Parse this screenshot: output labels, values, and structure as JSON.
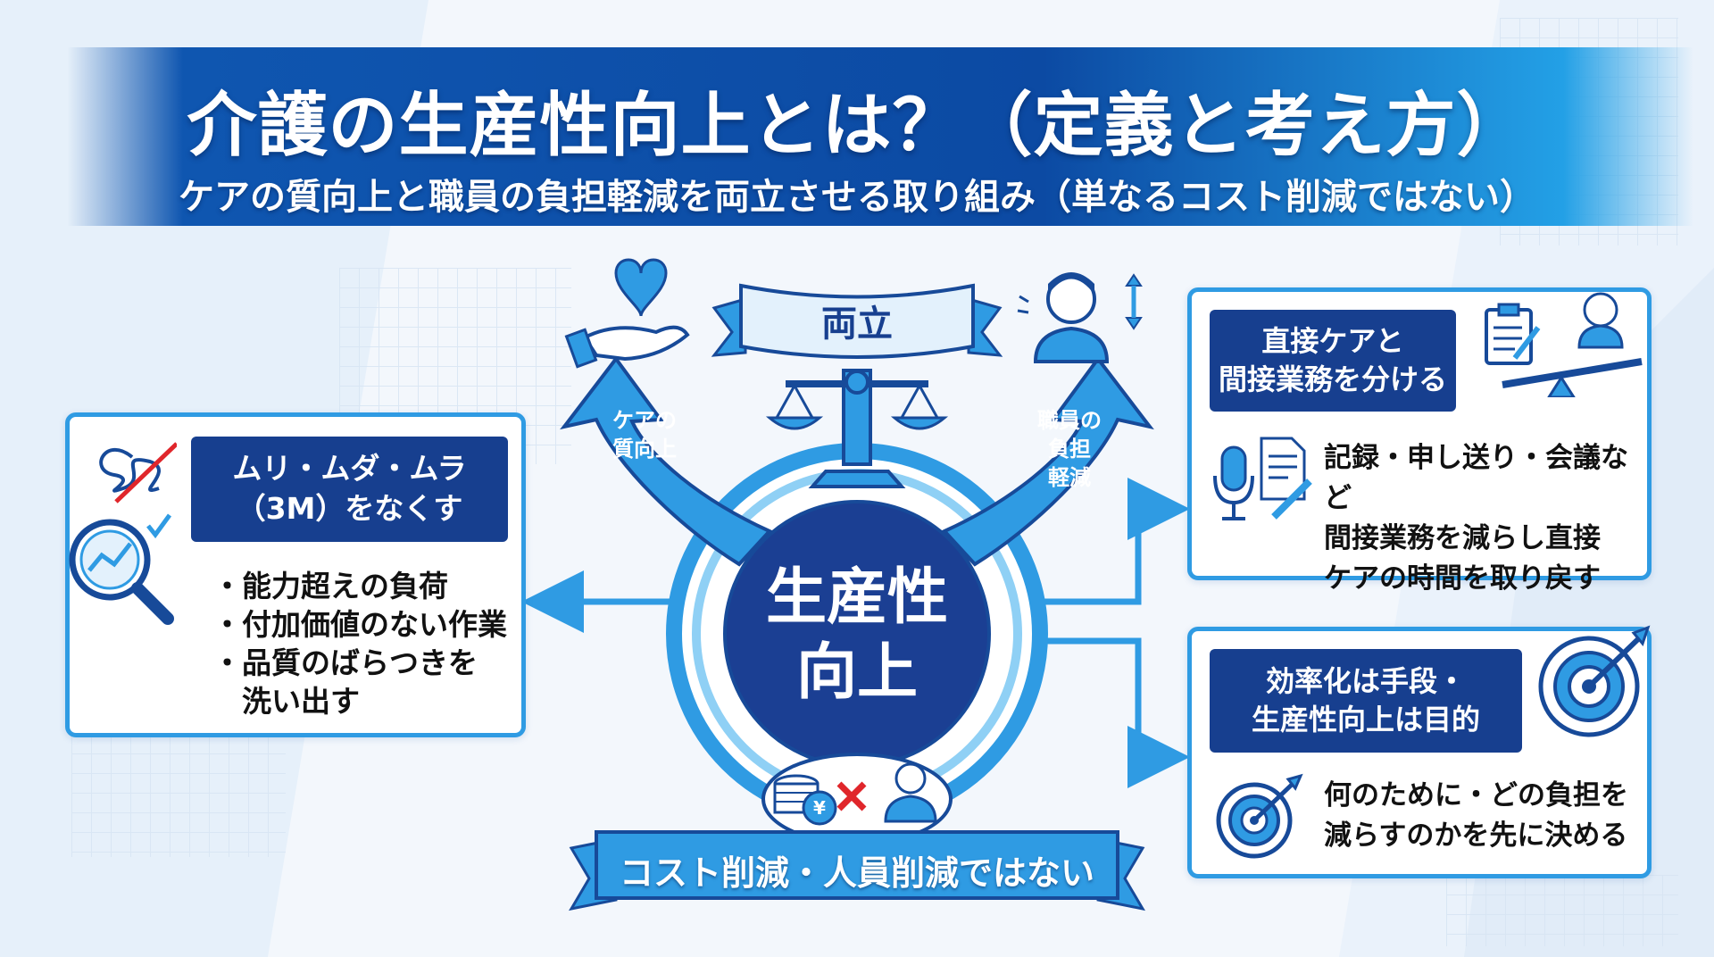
{
  "header": {
    "title": "介護の生産性向上とは？（定義と考え方）",
    "subtitle": "ケアの質向上と職員の負担軽減を両立させる取り組み（単なるコスト削減ではない）"
  },
  "center": {
    "balance_ribbon": "両立",
    "left_arrow": [
      "ケアの",
      "質向上"
    ],
    "right_arrow": [
      "職員の",
      "負担",
      "軽減"
    ],
    "core": [
      "生産性",
      "向上"
    ],
    "bottom_ribbon": "コスト削減・人員削減ではない"
  },
  "left_card": {
    "label": [
      "ムリ・ムダ・ムラ",
      "（3M）をなくす"
    ],
    "bullets": [
      "・能力超えの負荷",
      "・付加価値のない作業",
      "・品質のばらつきを",
      "　洗い出す"
    ]
  },
  "right_top_card": {
    "label": [
      "直接ケアと",
      "間接業務を分ける"
    ],
    "body": [
      "記録・申し送り・会議など",
      "間接業務を減らし直接",
      "ケアの時間を取り戻す"
    ]
  },
  "right_bottom_card": {
    "label": [
      "効率化は手段・",
      "生産性向上は目的"
    ],
    "body": [
      "何のために・どの負担を",
      "減らすのかを先に決める"
    ]
  },
  "colors": {
    "navy": "#173f8f",
    "blue": "#2f9be3",
    "deep_blue": "#0c4aa3",
    "light_blue": "#5fb8ef",
    "red": "#e0262b"
  },
  "icons": [
    "heart-hand-icon",
    "worker-icon",
    "scale-icon",
    "tangle-crossed-icon",
    "magnifier-chart-icon",
    "clipboard-icon",
    "nurse-icon",
    "seesaw-icon",
    "microphone-icon",
    "document-pen-icon",
    "target-icon",
    "coins-icon",
    "cross-icon"
  ]
}
